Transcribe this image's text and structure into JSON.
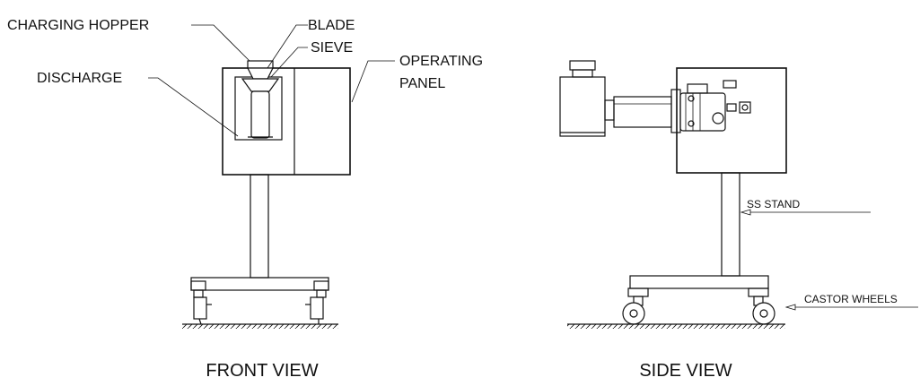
{
  "labels": {
    "charging_hopper": "CHARGING HOPPER",
    "blade": "BLADE",
    "sieve": "SIEVE",
    "discharge": "DISCHARGE",
    "operating_panel_line1": "OPERATING",
    "operating_panel_line2": "PANEL",
    "ss_stand": "SS STAND",
    "castor_wheels": "CASTOR WHEELS"
  },
  "views": {
    "front": "FRONT VIEW",
    "side": "SIDE VIEW"
  }
}
